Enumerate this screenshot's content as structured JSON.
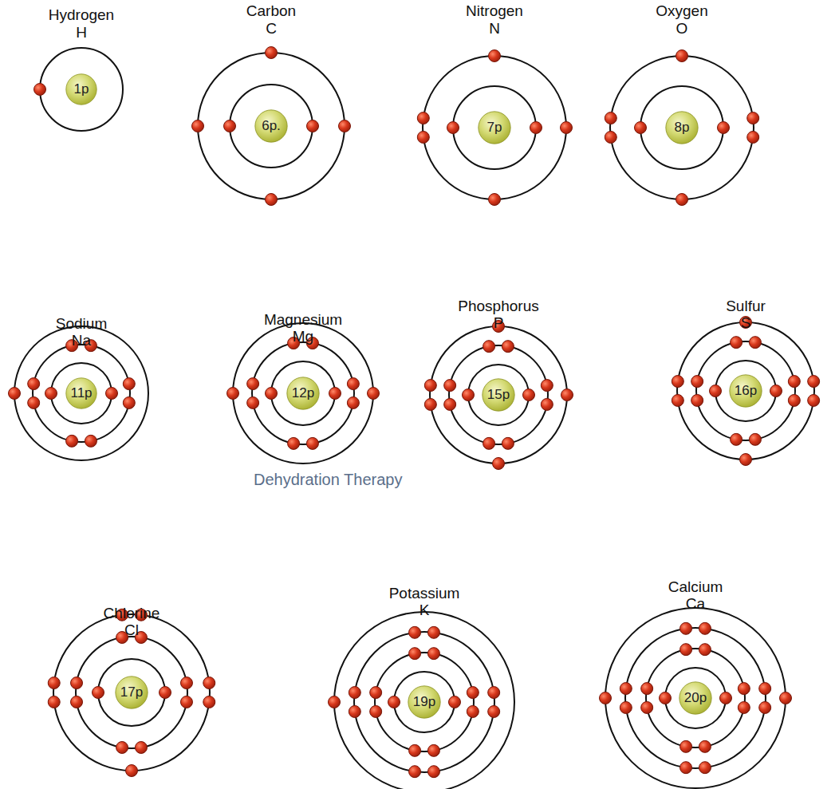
{
  "diagram": {
    "nodes": [
      {
        "text": [
          "Hydrogen",
          "H"
        ]
      },
      {
        "text": [
          "1p"
        ],
        "in": 0
      },
      {
        "text": [
          "Carbon",
          "C"
        ]
      },
      {
        "text": [
          "6p."
        ],
        "in": 2
      },
      {
        "text": [
          "Nitrogen",
          "N"
        ]
      },
      {
        "text": [
          "7p"
        ],
        "in": 4
      },
      {
        "text": [
          "Oxygen",
          "O"
        ]
      },
      {
        "text": [
          "8p"
        ],
        "in": 6
      },
      {
        "text": [
          "Sodium",
          "Na"
        ]
      },
      {
        "text": [
          "11p"
        ],
        "in": 8
      },
      {
        "text": [
          "Magnesium",
          "Mg"
        ]
      },
      {
        "text": [
          "12p"
        ],
        "in": 10
      },
      {
        "text": [
          "Phosphorus",
          "P"
        ]
      },
      {
        "text": [
          "15p"
        ],
        "in": 12
      },
      {
        "text": [
          "Sulfur",
          "S"
        ]
      },
      {
        "text": [
          "16p"
        ],
        "in": 14
      },
      {
        "text": [
          "Chlorine",
          "Cl"
        ]
      },
      {
        "text": [
          "17p"
        ],
        "in": 16
      },
      {
        "text": [
          "Potassium",
          "K"
        ]
      },
      {
        "text": [
          "19p"
        ],
        "in": 18
      },
      {
        "text": [
          "Calcium",
          "Ca"
        ]
      },
      {
        "text": [
          "20p"
        ],
        "in": 20
      }
    ],
    "labels": [
      "Dehydration Therapy"
    ]
  }
}
